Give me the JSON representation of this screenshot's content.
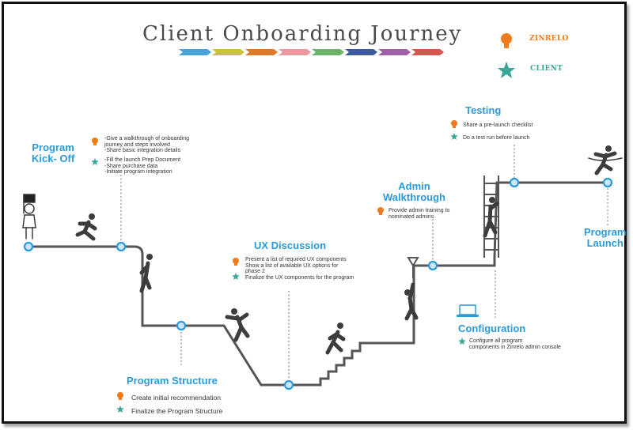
{
  "title": "Client Onboarding Journey",
  "colors": {
    "zinrelo": "#f07b1d",
    "client": "#3aa79a",
    "heading": "#2b9ad8",
    "path": "#555555",
    "arrows": [
      "#4aa3d8",
      "#c9c23a",
      "#e07a2b",
      "#e89aa0",
      "#6cb36a",
      "#3d5a9c",
      "#a15fa8",
      "#d9534f"
    ]
  },
  "legend": {
    "zinrelo": {
      "label": "ZINRELO",
      "icon": "bulb-icon"
    },
    "client": {
      "label": "CLIENT",
      "icon": "star-icon"
    }
  },
  "stages": {
    "kickoff": {
      "heading": "Program\nKick- Off",
      "zinrelo_text": "-Give a walkthrough of onboarding\n journey and steps involved\n-Share basic integration details",
      "client_text": "-Fill the launch Prep Document\n-Share purchase data\n-Initiate program integration"
    },
    "structure": {
      "heading": "Program Structure",
      "zinrelo_text": "Create initial recommendation",
      "client_text": "Finalize the Program Structure"
    },
    "ux": {
      "heading": "UX Discussion",
      "zinrelo_text": "Present a list of required UX components\nShow a list of available UX options for\nphase 2",
      "client_text": "Finalize the UX components for the program"
    },
    "admin": {
      "heading": "Admin\nWalkthrough",
      "zinrelo_text": "Provide admin training to\nnominated admins"
    },
    "configuration": {
      "heading": "Configuration",
      "client_text": "Configure all program\ncomponents in Zinrelo admin console",
      "icon": "laptop-icon"
    },
    "testing": {
      "heading": "Testing",
      "zinrelo_text": "Share a pre-launch checklist",
      "client_text": "Do a test run before launch"
    },
    "launch": {
      "heading": "Program\nLaunch"
    }
  }
}
